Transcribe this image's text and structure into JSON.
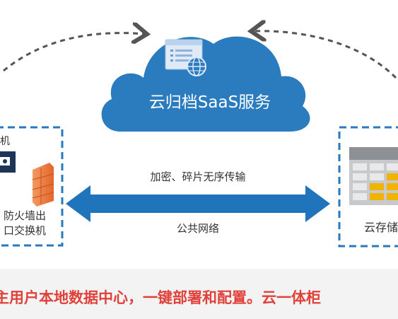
{
  "cloud": {
    "label": "云归档SaaS服务",
    "fill": "#2b7bbf",
    "icon": "server-window-globe-icon"
  },
  "left_box": {
    "partial_label": "机",
    "firewall_label_line1": "防火墙出",
    "firewall_label_line2": "口交换机",
    "icons": [
      "network-switch-icon",
      "firewall-icon"
    ]
  },
  "right_box": {
    "label": "云存储",
    "icon": "storage-grid-icon"
  },
  "link": {
    "top_label": "加密、碎片无序传输",
    "bottom_label": "公共网络",
    "arrow_color": "#1f74bb"
  },
  "dashed_arrow_color": "#555555",
  "box_border_color": "#2a78bf",
  "banner": {
    "text": "主用户本地数据中心，一键部署和配置。云一体柜",
    "text_color": "#e0413a",
    "background": "#f3f3f3"
  }
}
